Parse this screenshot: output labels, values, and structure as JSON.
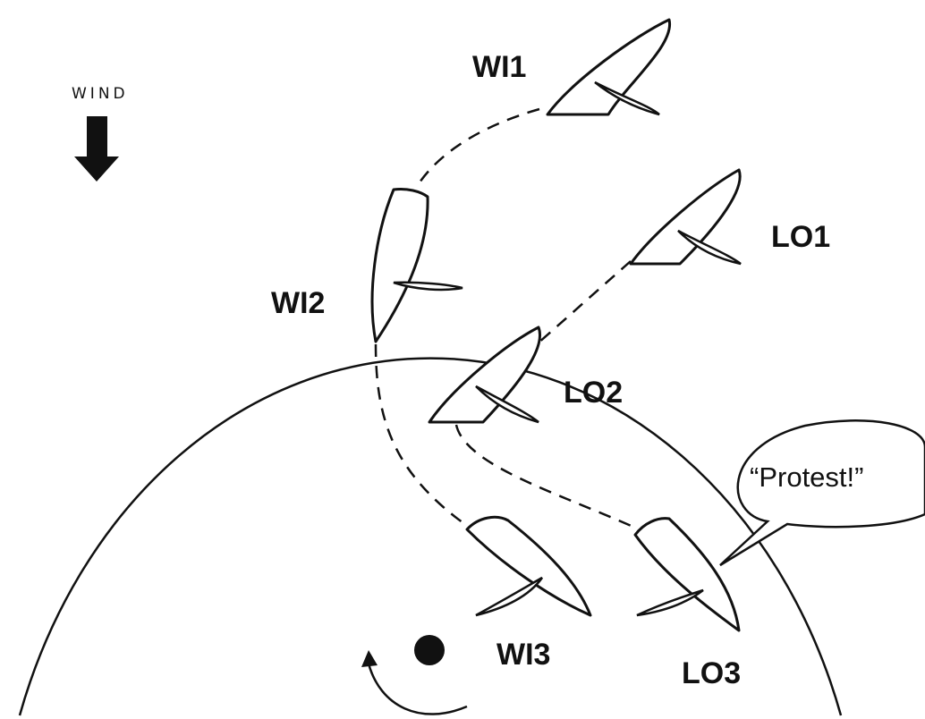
{
  "wind": {
    "label": "WIND"
  },
  "boats": [
    {
      "id": "WI1",
      "label": "WI1"
    },
    {
      "id": "WI2",
      "label": "WI2"
    },
    {
      "id": "WI3",
      "label": "WI3"
    },
    {
      "id": "LO1",
      "label": "LO1"
    },
    {
      "id": "LO2",
      "label": "LO2"
    },
    {
      "id": "LO3",
      "label": "LO3"
    }
  ],
  "speech": {
    "text": "“Protest!”"
  }
}
